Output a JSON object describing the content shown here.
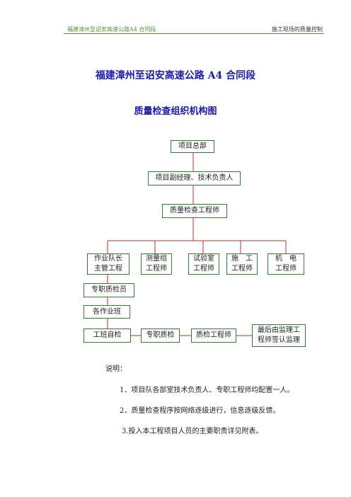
{
  "header": {
    "left": "福建漳州至诏安高速公路A4 合同段",
    "right": "施工现场的质量控制"
  },
  "title": "福建漳州至诏安高速公路 A4 合同段",
  "subtitle": "质量检查组织机构图",
  "org": {
    "top": "项目总部",
    "deputy": "项目副经理、技术负责人",
    "qc_engineer": "质量检查工程师",
    "branch1": "作业队长\n主管工程",
    "branch2": "测量组\n工程师",
    "branch3": "试验室\n工程师",
    "branch4": "施　工\n工程师",
    "branch5": "机　电\n工程师",
    "inspector": "专职质检员",
    "teams": "各作业班",
    "flow1": "工班自检",
    "flow2": "专职质检",
    "flow3": "质检工程师",
    "flow4": "最后由监理工\n程师签认监理"
  },
  "notes": {
    "heading": "说明：",
    "item1": "1．项目队各部室技术负责人、专职工程师均配置一人。",
    "item2": "2．质量检查程序按网络逐级进行，信息逐级反馈。",
    "item3": "3.投入本工程项目人员的主要职责详见附表。"
  }
}
